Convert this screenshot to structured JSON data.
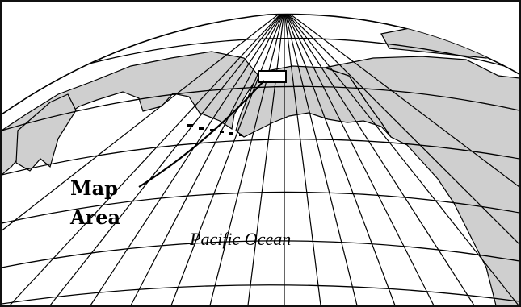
{
  "map": {
    "callout_line1": "Map",
    "callout_line2": "Area",
    "ocean_label": "Pacific Ocean"
  },
  "style": {
    "land_fill": "#cfcfcf",
    "ocean_fill": "#ffffff",
    "line_color": "#000000"
  }
}
